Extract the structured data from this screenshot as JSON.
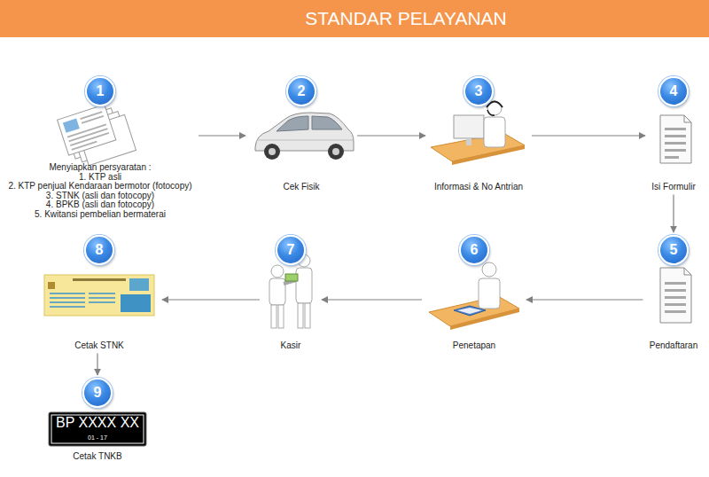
{
  "diagram": {
    "title": "STANDAR PELAYANAN",
    "nodes": [
      {
        "text": [
          "1",
          "Menyiapkan persyaratan :",
          "1. KTP asli",
          "2. KTP penjual Kendaraan bermotor (fotocopy)",
          "3. STNK (asli dan fotocopy)",
          "4. BPKB (asli dan fotocopy)",
          "5. Kwitansi pembelian bermaterai"
        ]
      },
      {
        "text": [
          "2",
          "Cek Fisik"
        ]
      },
      {
        "text": [
          "3",
          "Informasi & No Antrian"
        ]
      },
      {
        "text": [
          "4",
          "Isi Formulir"
        ]
      },
      {
        "text": [
          "5",
          "Pendaftaran"
        ]
      },
      {
        "text": [
          "6",
          "Penetapan"
        ]
      },
      {
        "text": [
          "7",
          "Kasir"
        ]
      },
      {
        "text": [
          "8",
          "Cetak STNK"
        ]
      },
      {
        "text": [
          "9",
          "Cetak TNKB"
        ]
      }
    ],
    "edges": [
      {
        "from": 0,
        "to": 1,
        "arrow": "to"
      },
      {
        "from": 1,
        "to": 2,
        "arrow": "to"
      },
      {
        "from": 2,
        "to": 3,
        "arrow": "to"
      },
      {
        "from": 3,
        "to": 4,
        "arrow": "to"
      },
      {
        "from": 4,
        "to": 5,
        "arrow": "to"
      },
      {
        "from": 5,
        "to": 6,
        "arrow": "to"
      },
      {
        "from": 6,
        "to": 7,
        "arrow": "to"
      },
      {
        "from": 7,
        "to": 8,
        "arrow": "to"
      }
    ],
    "labels": [
      "BP XXXX XX",
      "01 - 17"
    ]
  }
}
